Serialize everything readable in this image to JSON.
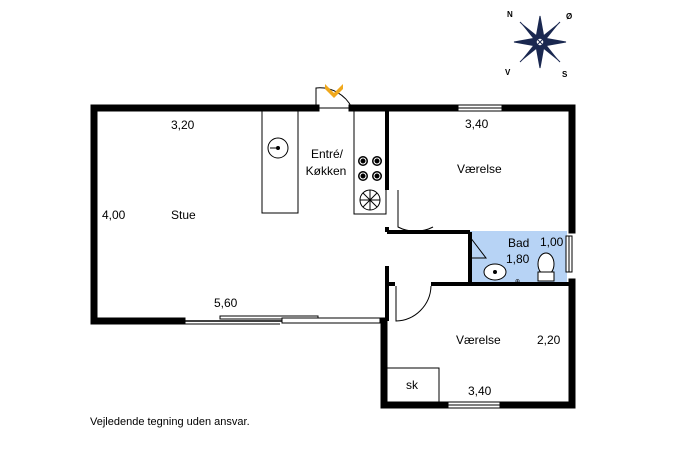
{
  "compass": {
    "n": "N",
    "o": "Ø",
    "v": "V",
    "s": "S"
  },
  "rooms": {
    "stue": {
      "name": "Stue",
      "width": "3,20",
      "height": "4,00",
      "bottom": "5,60"
    },
    "entre": {
      "name_line1": "Entré/",
      "name_line2": "Køkken"
    },
    "vaerelse_top": {
      "name": "Værelse",
      "dim": "3,40"
    },
    "bad": {
      "name": "Bad",
      "dim_a": "1,80",
      "dim_b": "1,00"
    },
    "vaerelse_bottom": {
      "name": "Værelse",
      "dim_right": "2,20",
      "dim_bottom": "3,40"
    },
    "storage": {
      "name": "sk"
    }
  },
  "disclaimer": "Vejledende tegning uden ansvar.",
  "colors": {
    "wall": "#000000",
    "bathroom": "#b7d3f5",
    "entrance_arrow": "#f0a81c",
    "compass": "#1a2850"
  }
}
